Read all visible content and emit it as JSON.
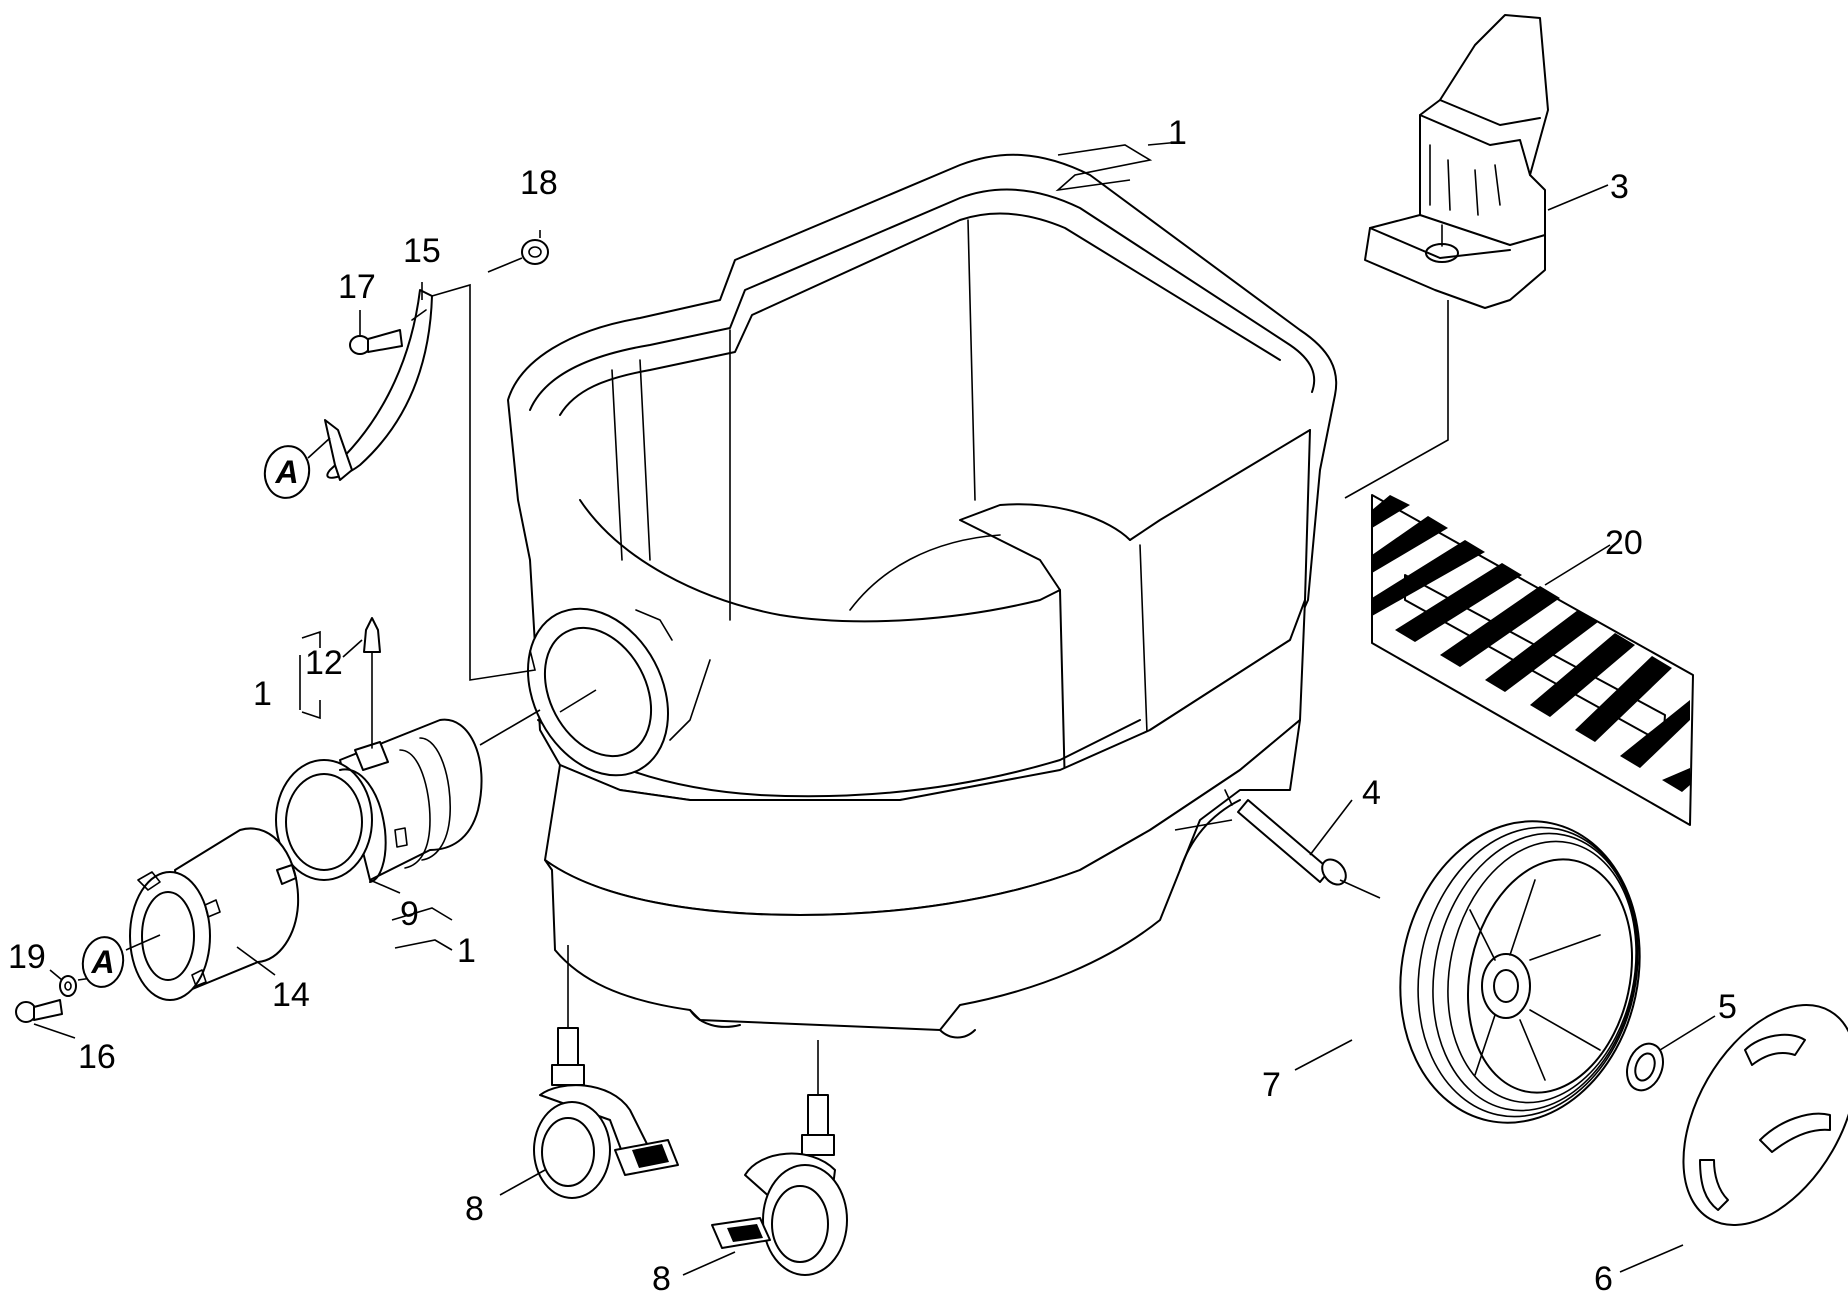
{
  "labels": {
    "1": "1",
    "3": "3",
    "4": "4",
    "5": "5",
    "6": "6",
    "7": "7",
    "8": "8",
    "9": "9",
    "12": "12",
    "14": "14",
    "15": "15",
    "16": "16",
    "17": "17",
    "18": "18",
    "19": "19",
    "20": "20"
  },
  "references": {
    "A": "A"
  }
}
